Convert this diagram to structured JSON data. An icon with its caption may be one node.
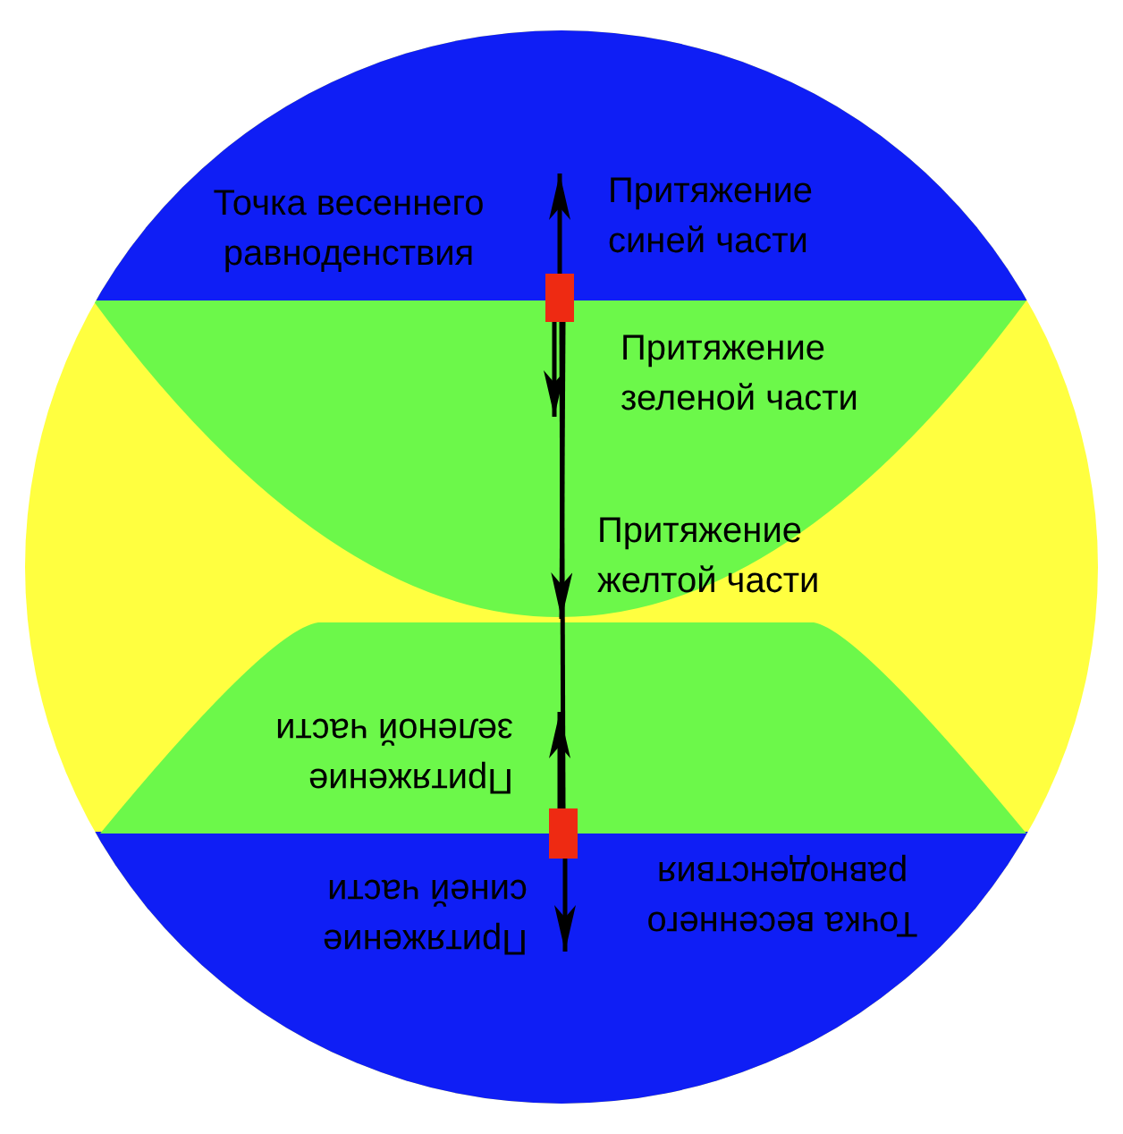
{
  "diagram": {
    "nodes": [
      {
        "text": [],
        "shape": "box"
      },
      {
        "text": [],
        "shape": "box"
      }
    ],
    "edges": [
      {
        "from": 0,
        "to": null,
        "arrow": "to"
      },
      {
        "from": 0,
        "to": null,
        "arrow": "to"
      },
      {
        "from": 0,
        "to": null,
        "arrow": "to"
      },
      {
        "from": 0,
        "to": 1,
        "arrow": "none"
      },
      {
        "from": 1,
        "to": null,
        "arrow": "to"
      },
      {
        "from": 1,
        "to": null,
        "arrow": "to"
      }
    ],
    "labels": [
      "Точка весеннего равноденствия",
      "Притяжение синей части",
      "Притяжение зеленой части",
      "Притяжение желтой части",
      "Притяжение зеленой части",
      "Точка весеннего равноденствия",
      "Притяжение синей части"
    ]
  }
}
